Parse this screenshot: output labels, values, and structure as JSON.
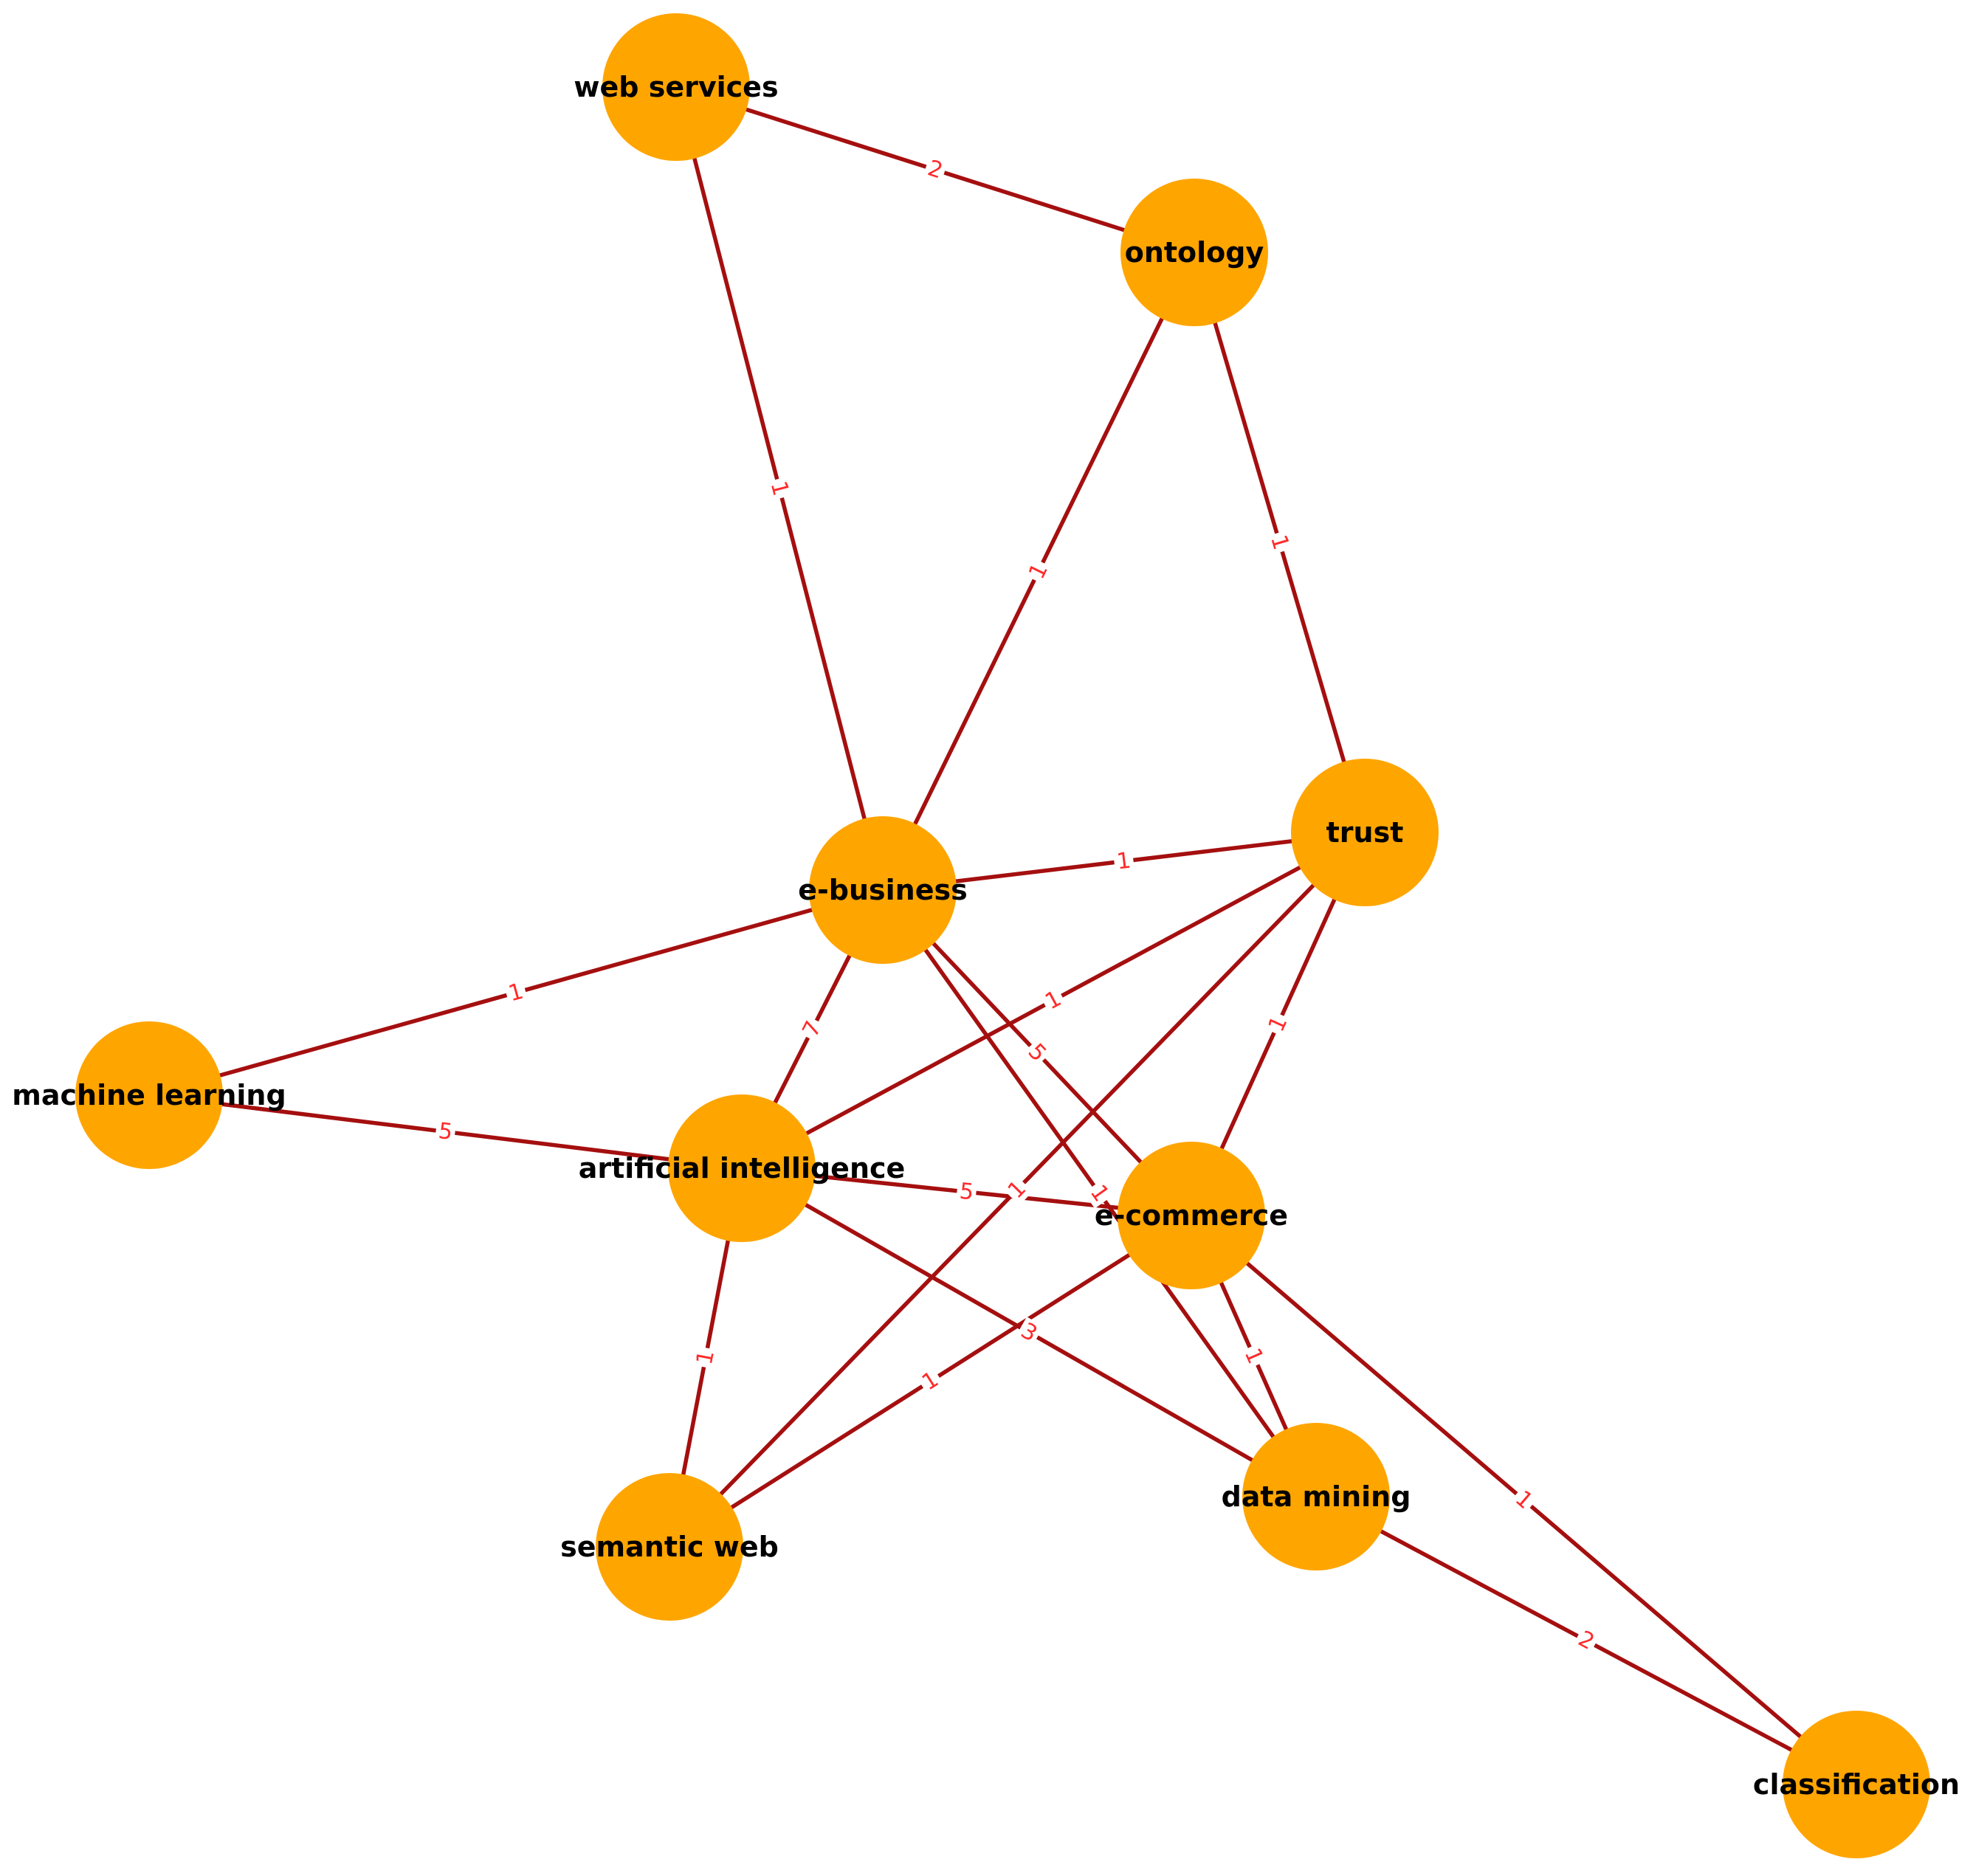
{
  "colors": {
    "node_fill": "#ffa500",
    "edge_stroke": "#a50f0f",
    "edge_label": "#ff2a2a",
    "node_label": "#000000",
    "background": "#ffffff"
  },
  "nodes": [
    {
      "id": "web_services",
      "label": "web services"
    },
    {
      "id": "ontology",
      "label": "ontology"
    },
    {
      "id": "trust",
      "label": "trust"
    },
    {
      "id": "e_business",
      "label": "e-business"
    },
    {
      "id": "machine_learning",
      "label": "machine learning"
    },
    {
      "id": "artificial_intelligence",
      "label": "artificial intelligence"
    },
    {
      "id": "e_commerce",
      "label": "e-commerce"
    },
    {
      "id": "semantic_web",
      "label": "semantic web"
    },
    {
      "id": "data_mining",
      "label": "data mining"
    },
    {
      "id": "classification",
      "label": "classification"
    }
  ],
  "edges": [
    {
      "source": "web_services",
      "target": "ontology",
      "weight": "2"
    },
    {
      "source": "web_services",
      "target": "e_business",
      "weight": "1"
    },
    {
      "source": "ontology",
      "target": "e_business",
      "weight": "1"
    },
    {
      "source": "ontology",
      "target": "trust",
      "weight": "1"
    },
    {
      "source": "e_business",
      "target": "trust",
      "weight": "1"
    },
    {
      "source": "e_business",
      "target": "machine_learning",
      "weight": "1"
    },
    {
      "source": "e_business",
      "target": "artificial_intelligence",
      "weight": "7"
    },
    {
      "source": "e_business",
      "target": "e_commerce",
      "weight": "5"
    },
    {
      "source": "e_business",
      "target": "data_mining",
      "weight": "1"
    },
    {
      "source": "trust",
      "target": "artificial_intelligence",
      "weight": "1"
    },
    {
      "source": "trust",
      "target": "e_commerce",
      "weight": "1"
    },
    {
      "source": "trust",
      "target": "semantic_web",
      "weight": "1"
    },
    {
      "source": "machine_learning",
      "target": "artificial_intelligence",
      "weight": "5"
    },
    {
      "source": "artificial_intelligence",
      "target": "e_commerce",
      "weight": "5"
    },
    {
      "source": "artificial_intelligence",
      "target": "semantic_web",
      "weight": "1"
    },
    {
      "source": "artificial_intelligence",
      "target": "data_mining",
      "weight": "3"
    },
    {
      "source": "e_commerce",
      "target": "semantic_web",
      "weight": "1"
    },
    {
      "source": "e_commerce",
      "target": "data_mining",
      "weight": "1"
    },
    {
      "source": "e_commerce",
      "target": "classification",
      "weight": "1"
    },
    {
      "source": "data_mining",
      "target": "classification",
      "weight": "2"
    }
  ]
}
